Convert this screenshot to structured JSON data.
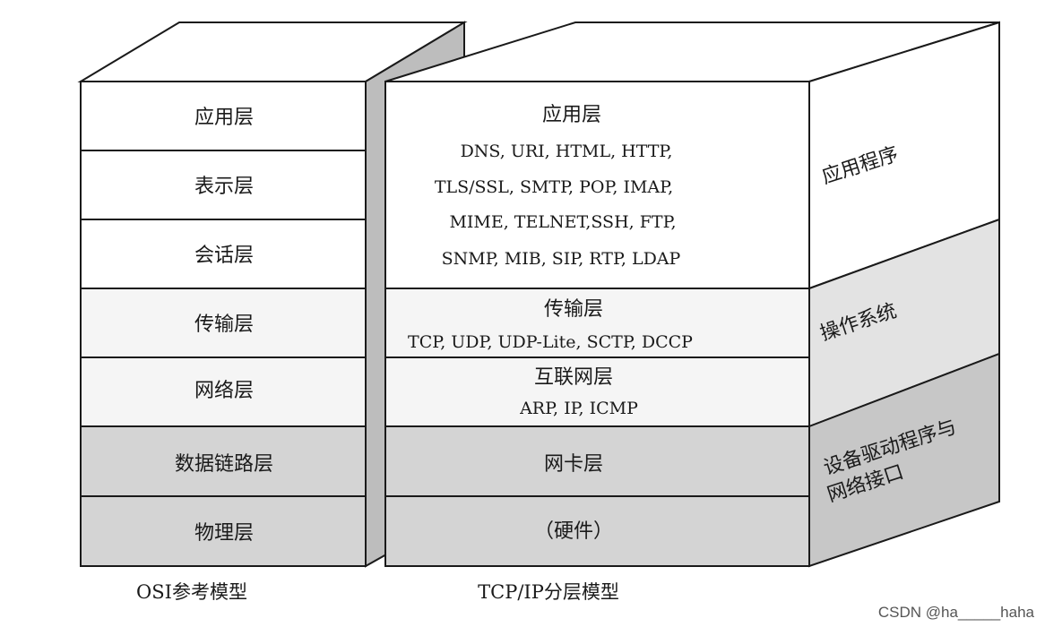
{
  "osi": {
    "layers": [
      "应用层",
      "表示层",
      "会话层",
      "传输层",
      "网络层",
      "数据链路层",
      "物理层"
    ],
    "caption": "OSI参考模型"
  },
  "tcpip": {
    "application": {
      "title": "应用层",
      "protocols": [
        "DNS, URI, HTML, HTTP,",
        "TLS/SSL, SMTP, POP, IMAP,",
        "MIME, TELNET,SSH, FTP,",
        "SNMP, MIB, SIP, RTP, LDAP"
      ]
    },
    "transport": {
      "title": "传输层",
      "protocols": "TCP, UDP, UDP-Lite, SCTP, DCCP"
    },
    "internet": {
      "title": "互联网层",
      "protocols": "ARP, IP, ICMP"
    },
    "link": {
      "title": "网卡层"
    },
    "physical": {
      "title": "（硬件）"
    },
    "caption": "TCP/IP分层模型"
  },
  "side": {
    "app_program": "应用程序",
    "os": "操作系统",
    "driver_line1": "设备驱动程序与",
    "driver_line2": "网络接口"
  },
  "watermark": "CSDN @ha_____haha",
  "colors": {
    "white": "#ffffff",
    "light": "#f5f5f5",
    "gray": "#d4d4d4",
    "side_gray": "#c7c7c7",
    "stroke": "#1a1a1a"
  }
}
